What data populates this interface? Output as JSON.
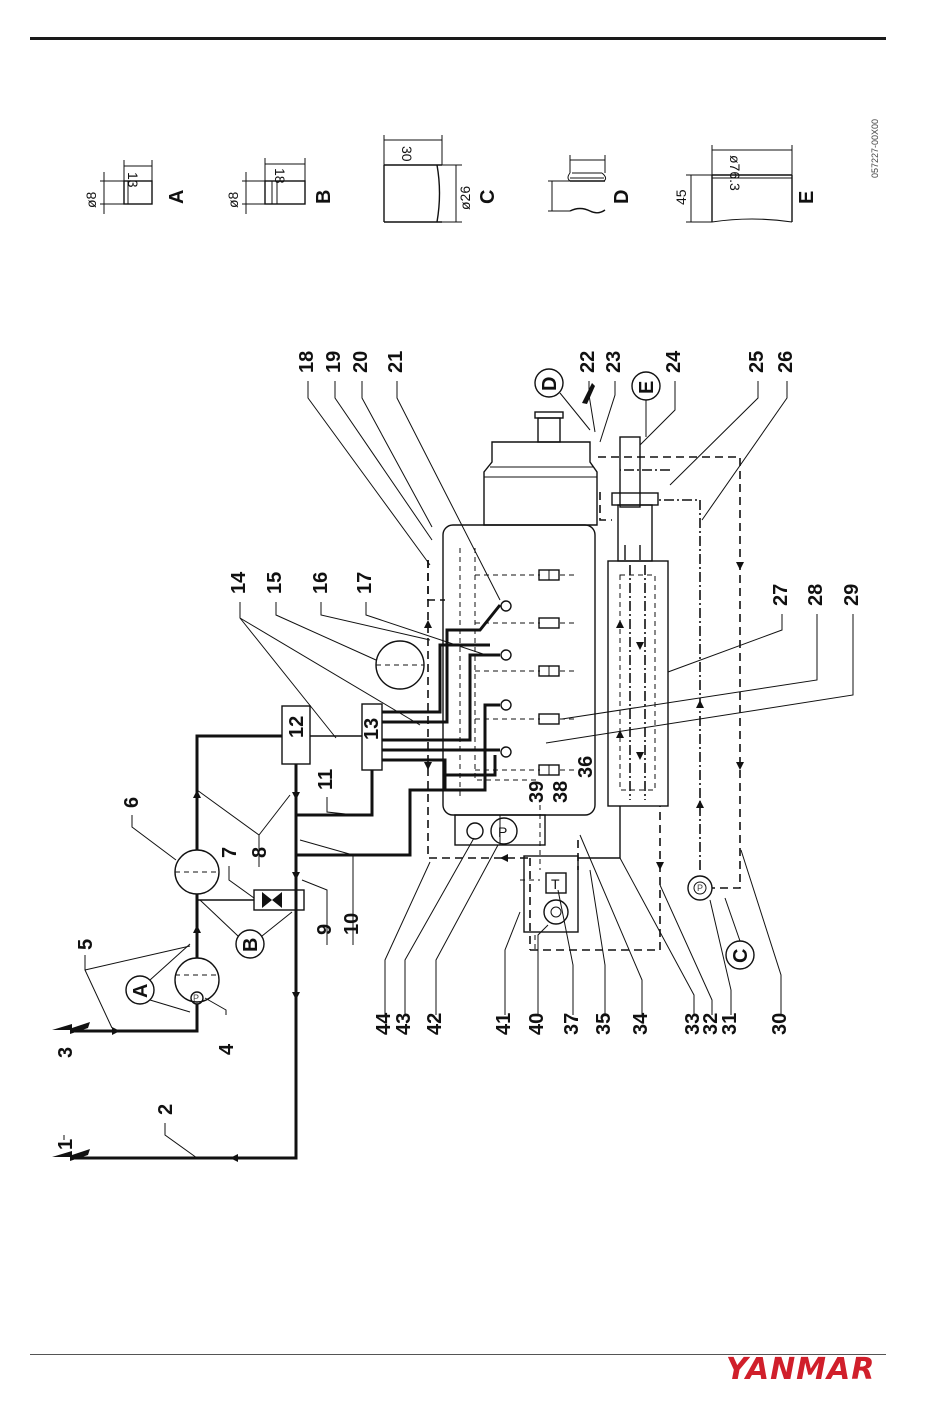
{
  "document_code": "057227-00X00",
  "brand": "YANMAR",
  "details": [
    {
      "letter": "A",
      "dia": "ø8",
      "len": "13"
    },
    {
      "letter": "B",
      "dia": "ø8",
      "len": "18"
    },
    {
      "letter": "C",
      "dia": "ø26",
      "len": "30"
    },
    {
      "letter": "D"
    },
    {
      "letter": "E",
      "dia": "ø76.3",
      "len": "45"
    }
  ],
  "component_labels": {
    "p": "P",
    "t": "T",
    "c12": "12",
    "c13": "13"
  },
  "callouts": [
    "1",
    "2",
    "3",
    "4",
    "5",
    "6",
    "7",
    "8",
    "9",
    "10",
    "11",
    "12",
    "13",
    "14",
    "15",
    "16",
    "17",
    "18",
    "19",
    "20",
    "21",
    "22",
    "23",
    "24",
    "25",
    "26",
    "27",
    "28",
    "29",
    "30",
    "31",
    "32",
    "33",
    "34",
    "35",
    "36",
    "37",
    "38",
    "39",
    "40",
    "41",
    "42",
    "43",
    "44"
  ]
}
